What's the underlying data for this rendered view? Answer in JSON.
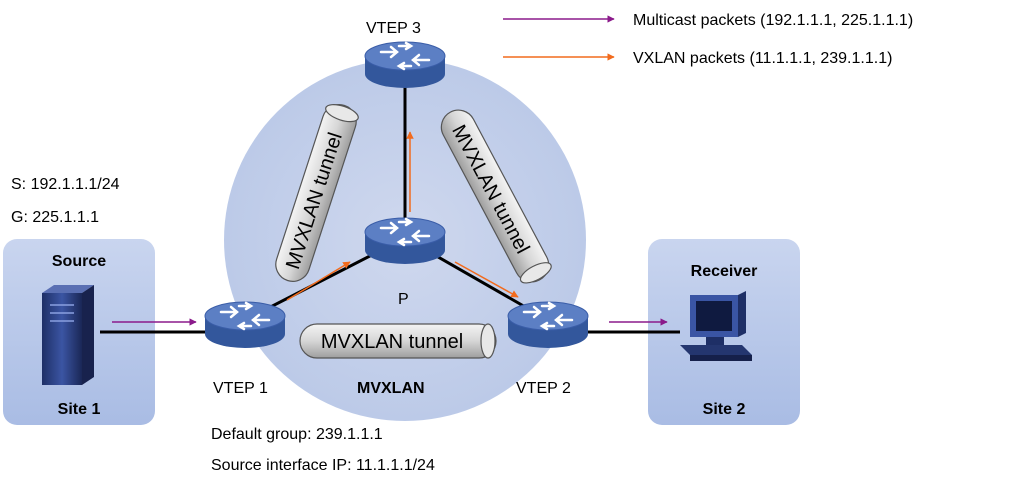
{
  "legend": {
    "multicast": {
      "label": "Multicast packets (192.1.1.1, 225.1.1.1)",
      "color": "#8B1A8B"
    },
    "vxlan": {
      "label": "VXLAN packets (11.1.1.1, 239.1.1.1)",
      "color": "#F26B1D"
    }
  },
  "nodes": {
    "vtep1": "VTEP 1",
    "vtep2": "VTEP 2",
    "vtep3": "VTEP 3",
    "p": "P"
  },
  "tunnels": {
    "left": "MVXLAN tunnel",
    "right": "MVXLAN tunnel",
    "bottom": "MVXLAN tunnel"
  },
  "network_label": "MVXLAN",
  "source_info": {
    "s": "S: 192.1.1.1/24",
    "g": "G: 225.1.1.1"
  },
  "site1": {
    "title": "Source",
    "name": "Site 1"
  },
  "site2": {
    "title": "Receiver",
    "name": "Site 2"
  },
  "vtep1_info": {
    "default_group": "Default group: 239.1.1.1",
    "source_ip": "Source interface IP: 11.1.1.1/24"
  },
  "colors": {
    "network_bg": "#C5CFE8",
    "site_bg": "#B7C6E8",
    "router_top": "#5C7FC4",
    "router_side": "#33579C",
    "tunnel": "#D8D8D8"
  }
}
